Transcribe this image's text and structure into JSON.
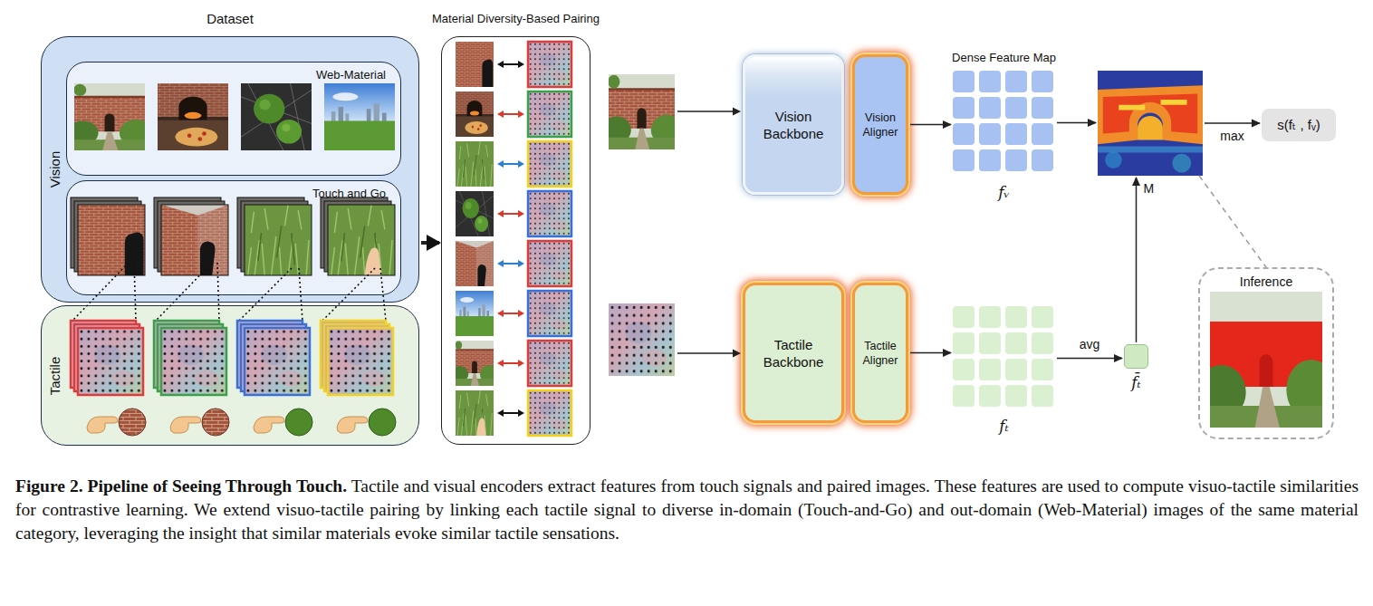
{
  "diagram": {
    "caption": "Figure 2. Pipeline of Seeing Through Touch. Tactile and visual encoders extract features from touch signals and paired images. These features are used to compute visuo-tactile similarities for contrastive learning. We extend visuo-tactile pairing by linking each tactile signal to diverse in-domain (Touch-and-Go) and out-domain (Web-Material) images of the same material category, leveraging the insight that similar materials evoke similar tactile sensations.",
    "nodes": [
      {
        "text": [
          "Dataset"
        ]
      },
      {
        "text": [
          "Vision"
        ],
        "in": 0
      },
      {
        "text": [
          "Web-Material"
        ],
        "in": 1
      },
      {
        "text": [
          "Touch and Go"
        ],
        "in": 1
      },
      {
        "text": [
          "Tactile"
        ],
        "in": 0
      },
      {
        "text": [
          "Material Diversity-Based Pairing"
        ]
      },
      {
        "text": [
          "Vision Backbone"
        ]
      },
      {
        "text": [
          "Vision Aligner"
        ]
      },
      {
        "text": [
          "Dense Feature Map",
          "fᵥ"
        ]
      },
      {
        "text": []
      },
      {
        "text": [
          "s(fₜ , fᵥ)"
        ]
      },
      {
        "text": [
          "Inference"
        ]
      },
      {
        "text": [
          "Tactile Backbone"
        ]
      },
      {
        "text": [
          "Tactile Aligner"
        ]
      },
      {
        "text": [
          "fₜ"
        ]
      },
      {
        "text": [
          "f̄ₜ"
        ]
      }
    ],
    "edges": [
      {
        "from": 0,
        "to": 5,
        "arrow": "to"
      },
      {
        "from": 7,
        "to": 8,
        "arrow": "to"
      },
      {
        "from": 8,
        "to": 9,
        "arrow": "to"
      },
      {
        "from": 9,
        "to": 10,
        "label": "max",
        "arrow": "to"
      },
      {
        "from": 13,
        "to": 14,
        "arrow": "to"
      },
      {
        "from": 14,
        "to": 15,
        "label": "avg",
        "arrow": "to"
      },
      {
        "from": 15,
        "to": 9,
        "label": "M",
        "arrow": "to"
      },
      {
        "from": 9,
        "to": 11,
        "arrow": "none"
      }
    ]
  }
}
